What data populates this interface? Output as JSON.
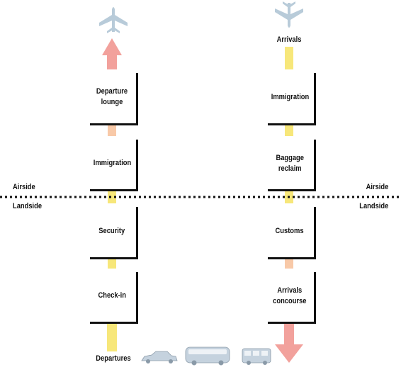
{
  "zones": {
    "airside_left": "Airside",
    "landside_left": "Landside",
    "airside_right": "Airside",
    "landside_right": "Landside"
  },
  "departures": {
    "label": "Departures",
    "steps": [
      "Departure\nlounge",
      "Immigration",
      "Security",
      "Check-in"
    ]
  },
  "arrivals": {
    "label": "Arrivals",
    "steps": [
      "Immigration",
      "Baggage\nreclaim",
      "Customs",
      "Arrivals\nconcourse"
    ]
  },
  "colors": {
    "departure_arrow": "#f2a19c",
    "arrival_arrow": "#f2a19c",
    "yellow": "#f7e77a",
    "peach": "#f8c9a8",
    "plane": "#b8cbd9",
    "vehicle": "#c5d2de",
    "divider": "#111111"
  },
  "icons": {
    "departure_plane": "airplane-takeoff-icon",
    "arrival_plane": "airplane-landing-icon",
    "vehicles": [
      "car-icon",
      "coach-icon",
      "bus-icon"
    ]
  }
}
